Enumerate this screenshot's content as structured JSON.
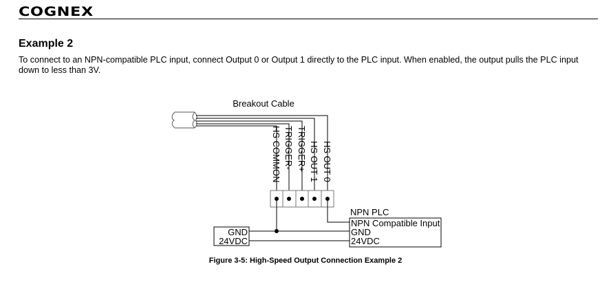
{
  "header": {
    "logo": "COGNEX"
  },
  "section": {
    "heading": "Example 2",
    "paragraph": "To connect to an NPN-compatible PLC input, connect Output 0 or Output 1 directly to the PLC input. When enabled, the output pulls the PLC input down to less than 3V."
  },
  "diagram": {
    "cable_label": "Breakout Cable",
    "wires": [
      "HS COMMON",
      "TRIGGER-",
      "TRIGGER+",
      "HS OUT 1",
      "HS OUT 0"
    ],
    "power_supply": {
      "terminals": [
        "GND",
        "24VDC"
      ]
    },
    "plc": {
      "title": "NPN PLC",
      "terminals": [
        "NPN Compatible Input",
        "GND",
        "24VDC"
      ]
    }
  },
  "caption": "Figure 3-5: High-Speed Output Connection Example 2"
}
